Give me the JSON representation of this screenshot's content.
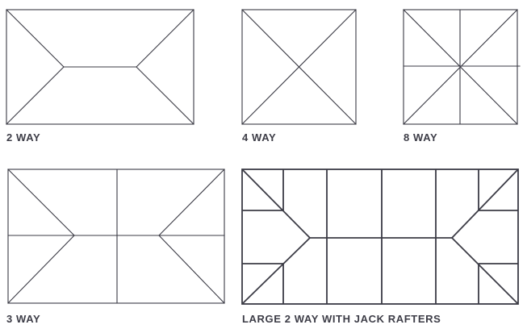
{
  "diagrams": {
    "two_way": {
      "label": "2 WAY"
    },
    "four_way": {
      "label": "4 WAY"
    },
    "eight_way": {
      "label": "8 WAY"
    },
    "three_way": {
      "label": "3 WAY"
    },
    "large_two_way_jack": {
      "label": "LARGE 2 WAY WITH JACK RAFTERS"
    }
  },
  "colors": {
    "line": "#3b3b45",
    "caption": "#3d3d47",
    "background": "#ffffff"
  }
}
